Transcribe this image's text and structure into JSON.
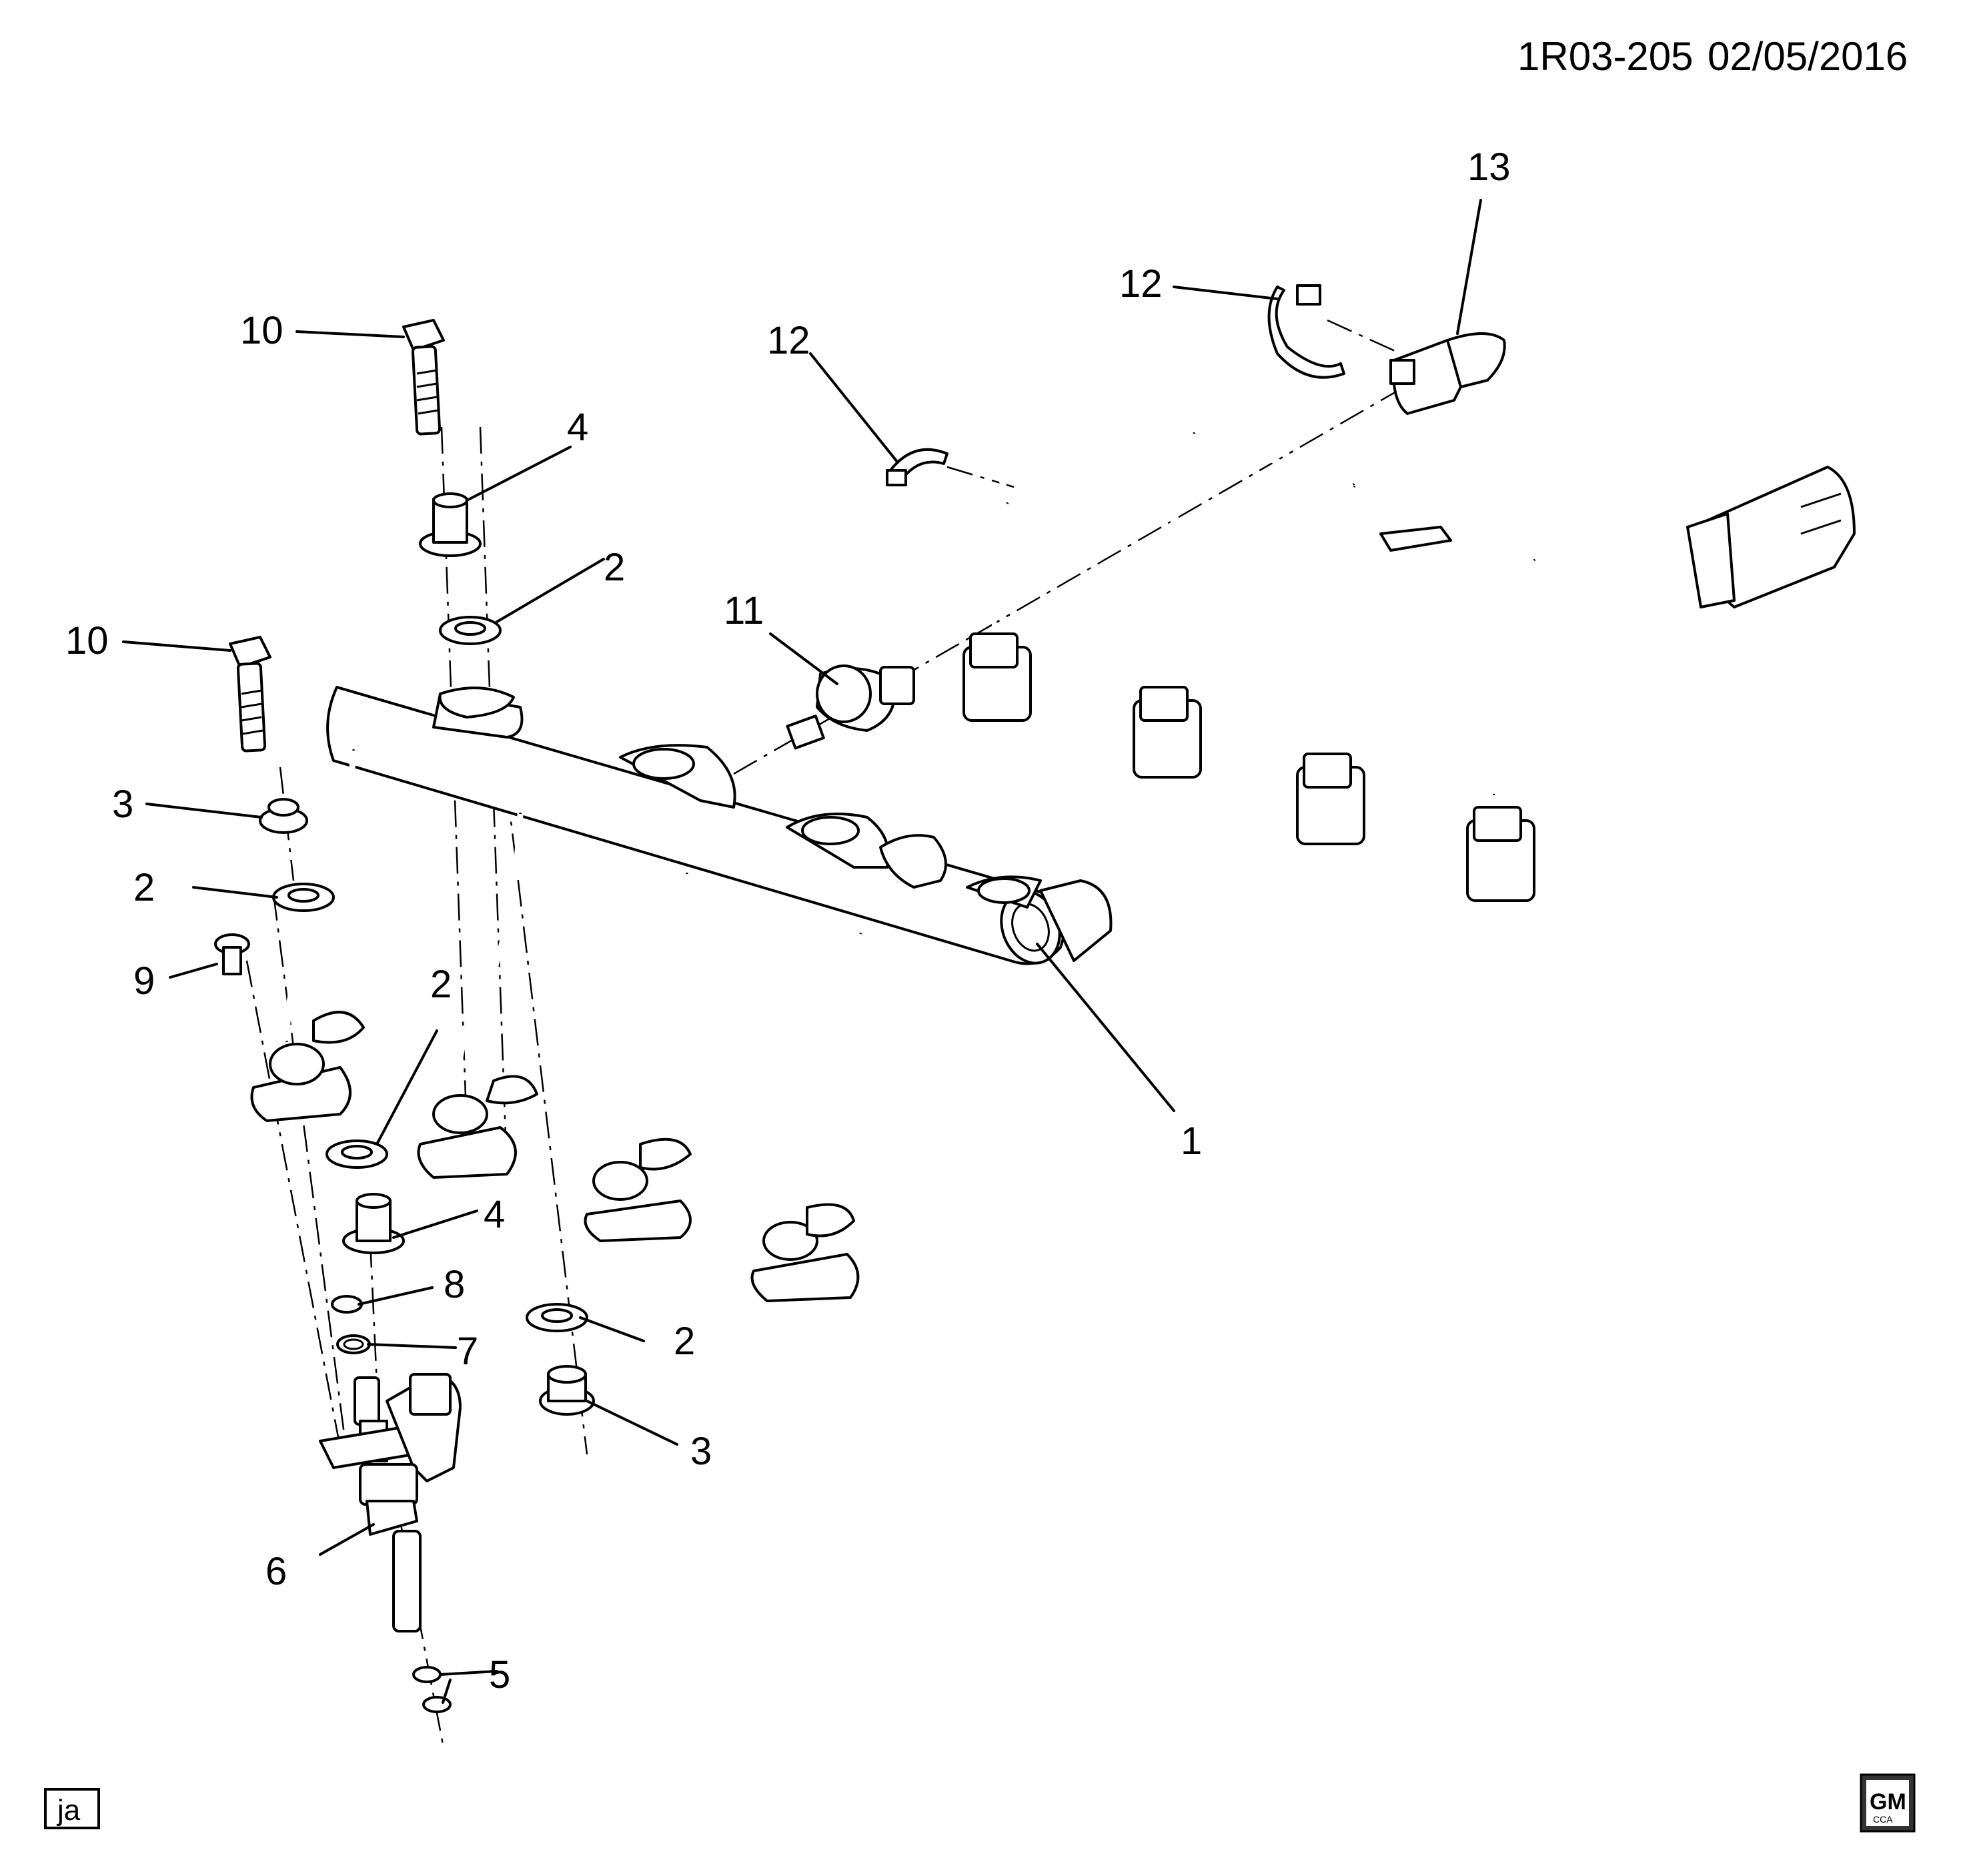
{
  "header": {
    "diagram_id": "1R03-205",
    "date": "02/05/2016"
  },
  "callouts": {
    "c1": "1",
    "c2a": "2",
    "c2b": "2",
    "c2c": "2",
    "c2d": "2",
    "c3a": "3",
    "c3b": "3",
    "c4a": "4",
    "c4b": "4",
    "c5": "5",
    "c6": "6",
    "c7": "7",
    "c8": "8",
    "c9": "9",
    "c10a": "10",
    "c10b": "10",
    "c11": "11",
    "c12a": "12",
    "c12b": "12",
    "c13": "13"
  },
  "footer": {
    "initials": "ja",
    "logo_text": "GM",
    "logo_sub": "CCA"
  }
}
